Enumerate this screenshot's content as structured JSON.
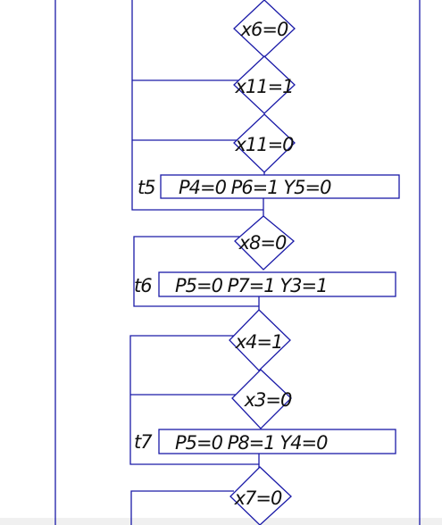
{
  "conditions": [
    {
      "id": "c1",
      "text": "x6=0"
    },
    {
      "id": "c2",
      "text": "x11=1"
    },
    {
      "id": "c3",
      "text": "x11=0"
    },
    {
      "id": "c4",
      "text": "x8=0"
    },
    {
      "id": "c5",
      "text": "x4=1"
    },
    {
      "id": "c6",
      "text": "x3=0"
    },
    {
      "id": "c7",
      "text": "x7=0"
    }
  ],
  "operations": [
    {
      "id": "o1",
      "tag": "t5",
      "text": "P4=0 P6=1 Y5=0"
    },
    {
      "id": "o2",
      "tag": "t6",
      "text": "P5=0 P7=1 Y3=1"
    },
    {
      "id": "o3",
      "tag": "t7",
      "text": "P5=0 P8=1  Y4=0"
    }
  ],
  "colors": {
    "line": "#1a1aa8",
    "text": "#111111"
  }
}
